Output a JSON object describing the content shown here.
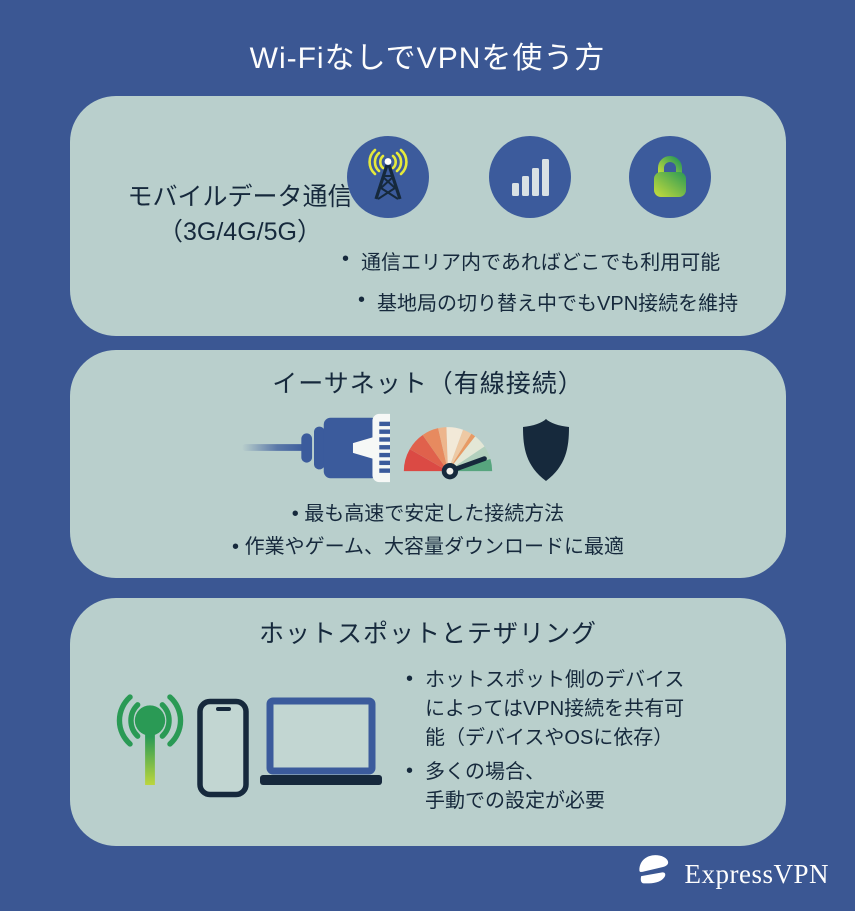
{
  "page": {
    "title": "Wi-FiなしでVPNを使う方",
    "colors": {
      "background": "#3b5793",
      "card": "#b9cfcc",
      "text_navy": "#16293c",
      "accent_blue": "#3c5b9c",
      "accent_green": "#2a9a55",
      "accent_yellow": "#e5e93b",
      "white": "#ffffff"
    }
  },
  "cards": [
    {
      "id": "mobile-data",
      "title_line1": "モバイルデータ通信",
      "title_line2": "（3G/4G/5G）",
      "icons": [
        "cell-tower-icon",
        "signal-bars-icon",
        "lock-icon"
      ],
      "bullet_marker": "•",
      "bullets": [
        "通信エリア内であればどこでも利用可能",
        "基地局の切り替え中でもVPN接続を維持"
      ]
    },
    {
      "id": "ethernet",
      "title": "イーサネット（有線接続）",
      "icons": [
        "ethernet-cable-icon",
        "speedometer-icon",
        "shield-icon"
      ],
      "bullet_marker": "•",
      "bullets": [
        "•  最も高速で安定した接続方法",
        "•  作業やゲーム、大容量ダウンロードに最適"
      ]
    },
    {
      "id": "hotspot-tethering",
      "title": "ホットスポットとテザリング",
      "icons": [
        "antenna-icon",
        "smartphone-icon",
        "laptop-icon"
      ],
      "bullet_marker": "•",
      "bullets": [
        "ホットスポット側のデバイス\nによってはVPN接続を共有可\n能（デバイスやOSに依存）",
        "多くの場合、\n手動での設定が必要"
      ]
    }
  ],
  "footer": {
    "brand": "ExpressVPN"
  }
}
